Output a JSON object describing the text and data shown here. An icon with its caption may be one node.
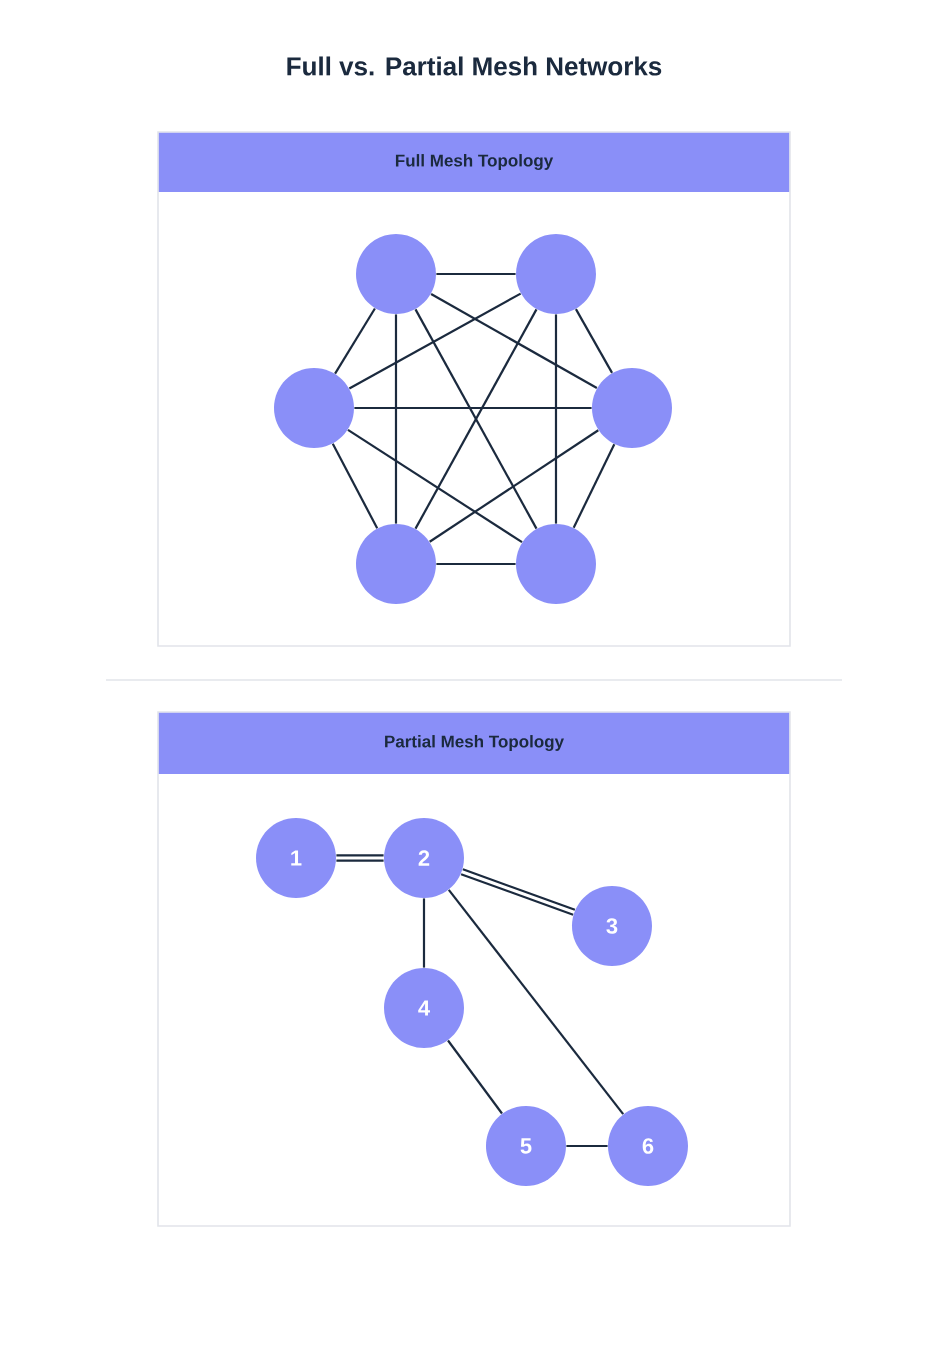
{
  "diagram": {
    "title": "Full vs. Partial Mesh Networks",
    "nodes": [
      {
        "text": [
          "Full Mesh Topology"
        ]
      },
      {
        "text": [],
        "shape": "circle",
        "in": 0
      },
      {
        "text": [],
        "shape": "circle",
        "in": 0
      },
      {
        "text": [],
        "shape": "circle",
        "in": 0
      },
      {
        "text": [],
        "shape": "circle",
        "in": 0
      },
      {
        "text": [],
        "shape": "circle",
        "in": 0
      },
      {
        "text": [],
        "shape": "circle",
        "in": 0
      },
      {
        "text": [
          "Partial Mesh Topology"
        ]
      },
      {
        "text": [
          "1"
        ],
        "in": 7
      },
      {
        "text": [
          "2"
        ],
        "in": 7
      },
      {
        "text": [
          "3"
        ],
        "in": 7
      },
      {
        "text": [
          "4"
        ],
        "in": 7
      },
      {
        "text": [
          "5"
        ],
        "in": 7
      },
      {
        "text": [
          "6"
        ],
        "in": 7
      }
    ],
    "edges": [
      {
        "from": 1,
        "to": 2,
        "arrow": "none"
      },
      {
        "from": 1,
        "to": 3,
        "arrow": "none"
      },
      {
        "from": 1,
        "to": 4,
        "arrow": "none"
      },
      {
        "from": 1,
        "to": 5,
        "arrow": "none"
      },
      {
        "from": 1,
        "to": 6,
        "arrow": "none"
      },
      {
        "from": 2,
        "to": 3,
        "arrow": "none"
      },
      {
        "from": 2,
        "to": 4,
        "arrow": "none"
      },
      {
        "from": 2,
        "to": 5,
        "arrow": "none"
      },
      {
        "from": 2,
        "to": 6,
        "arrow": "none"
      },
      {
        "from": 3,
        "to": 4,
        "arrow": "none"
      },
      {
        "from": 3,
        "to": 5,
        "arrow": "none"
      },
      {
        "from": 3,
        "to": 6,
        "arrow": "none"
      },
      {
        "from": 4,
        "to": 5,
        "arrow": "none"
      },
      {
        "from": 4,
        "to": 6,
        "arrow": "none"
      },
      {
        "from": 5,
        "to": 6,
        "arrow": "none"
      },
      {
        "from": 8,
        "to": 9,
        "arrow": "none"
      },
      {
        "from": 8,
        "to": 9,
        "arrow": "none"
      },
      {
        "from": 9,
        "to": 10,
        "arrow": "none"
      },
      {
        "from": 9,
        "to": 10,
        "arrow": "none"
      },
      {
        "from": 9,
        "to": 11,
        "arrow": "none"
      },
      {
        "from": 9,
        "to": 13,
        "arrow": "none"
      },
      {
        "from": 11,
        "to": 12,
        "arrow": "none"
      },
      {
        "from": 12,
        "to": 13,
        "arrow": "none"
      }
    ]
  }
}
